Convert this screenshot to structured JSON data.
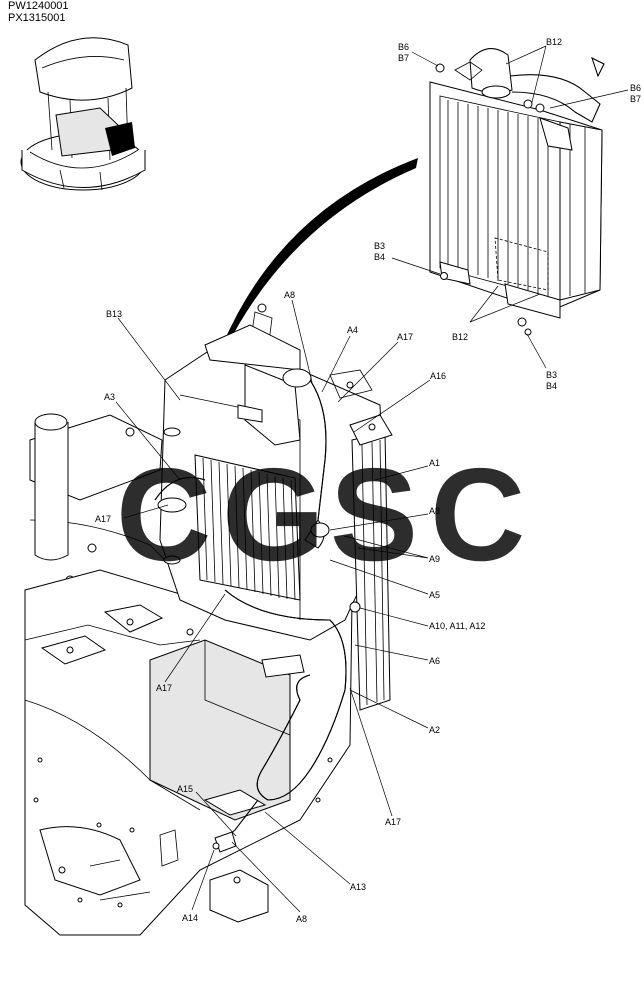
{
  "codes": [
    "PW1240001",
    "PX1315001"
  ],
  "watermark": {
    "letters": [
      "C",
      "G",
      "S",
      "C"
    ],
    "colors": [
      "#4a86e8",
      "#e84a4a",
      "#f0c800",
      "#3aa57a"
    ]
  },
  "labels": {
    "B6_B7_left": [
      "B6",
      "B7"
    ],
    "B12_top": "B12",
    "B6_B7_right": [
      "B6",
      "B7"
    ],
    "B3_B4_left": [
      "B3",
      "B4"
    ],
    "B12_bottom": "B12",
    "B3_B4_right": [
      "B3",
      "B4"
    ],
    "B13": "B13",
    "A8_top": "A8",
    "A4": "A4",
    "A17_top": "A17",
    "A16": "A16",
    "A3": "A3",
    "A1": "A1",
    "A17_left": "A17",
    "A8_mid": "A8",
    "A9": "A9",
    "A5": "A5",
    "A10_A11_A12": "A10, A11, A12",
    "A6": "A6",
    "A17_lower": "A17",
    "A2": "A2",
    "A17_bottom": "A17",
    "A15": "A15",
    "A13": "A13",
    "A14": "A14",
    "A8_bottom": "A8"
  }
}
